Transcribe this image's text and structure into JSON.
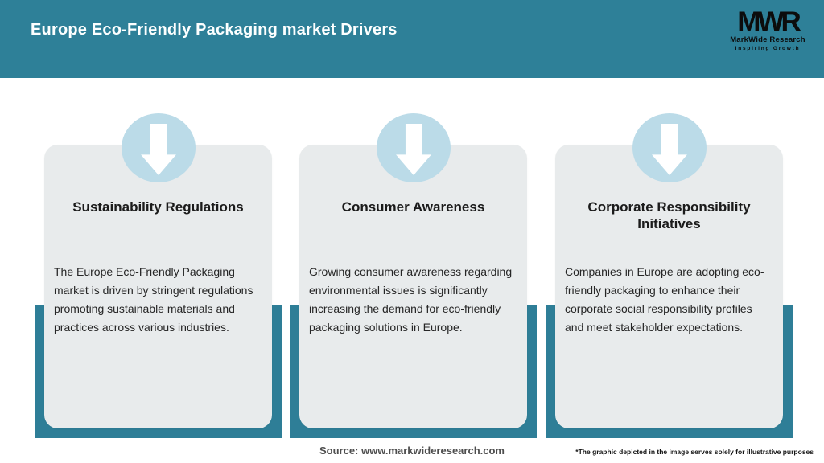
{
  "header": {
    "title": "Europe Eco-Friendly Packaging market Drivers",
    "logo": {
      "monogram": "MWR",
      "name": "MarkWide Research",
      "tagline": "Inspiring Growth"
    }
  },
  "cards": [
    {
      "title": "Sustainability Regulations",
      "body": "The Europe Eco-Friendly Packaging\nmarket is driven by stringent regulations\npromoting sustainable materials and\npractices across various industries."
    },
    {
      "title": "Consumer Awareness",
      "body": "Growing consumer awareness regarding\nenvironmental issues is significantly\nincreasing the demand for eco-friendly\npackaging solutions in Europe."
    },
    {
      "title": "Corporate Responsibility\nInitiatives",
      "body": "Companies in Europe are adopting eco-\nfriendly packaging to enhance their\ncorporate social responsibility profiles\nand meet stakeholder expectations."
    }
  ],
  "footer": {
    "source": "Source: www.markwideresearch.com",
    "disclaimer": "*The graphic depicted in the image serves solely for illustrative purposes"
  },
  "colors": {
    "header_teal": "#2E8098",
    "bar_teal": "#2E7E97",
    "card_bg": "#E8EBEC",
    "circle_blue": "#BBDBE8",
    "header_text": "#FDFFFF",
    "title_text": "#1B1B1B",
    "body_text": "#262626",
    "source_text": "#4E4E4E",
    "logo_text": "#0C0C0C"
  }
}
